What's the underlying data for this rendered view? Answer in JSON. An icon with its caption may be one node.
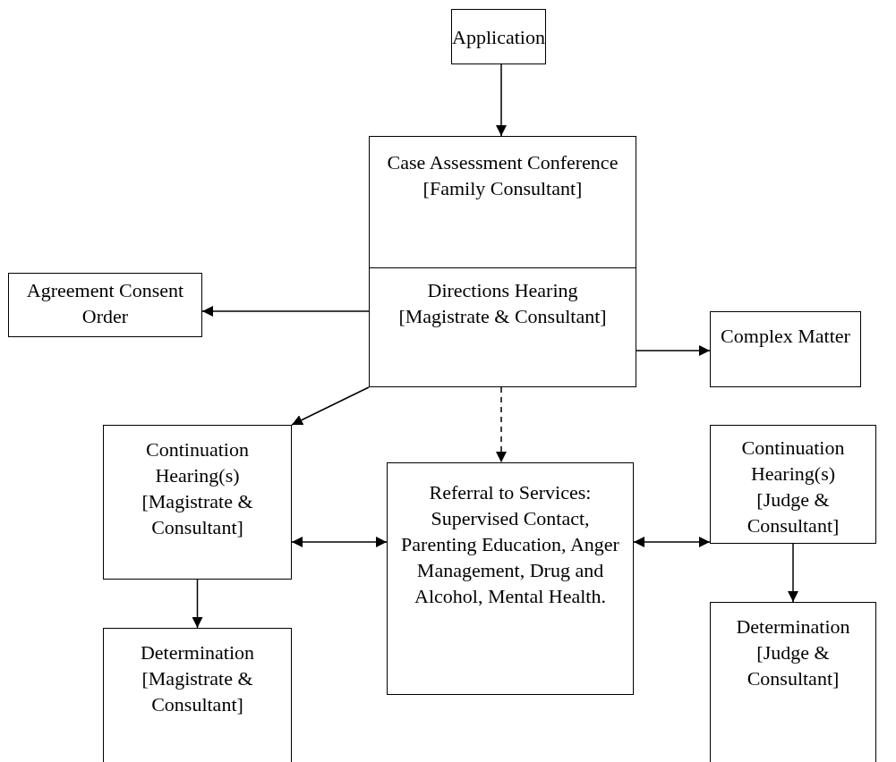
{
  "diagram": {
    "nodes": [
      {
        "text": [
          "Application"
        ]
      },
      {
        "text": [
          "Case Assessment Conference",
          "[Family Consultant]"
        ]
      },
      {
        "text": [
          "Directions Hearing",
          "[Magistrate & Consultant]"
        ]
      },
      {
        "text": [
          "Agreement Consent Order"
        ]
      },
      {
        "text": [
          "Complex Matter"
        ]
      },
      {
        "text": [
          "Continuation Hearing(s)",
          "[Magistrate & Consultant]"
        ]
      },
      {
        "text": [
          "Referral to Services: Supervised Contact, Parenting Education, Anger Management, Drug and Alcohol, Mental Health."
        ]
      },
      {
        "text": [
          "Continuation Hearing(s)",
          "[Judge & Consultant]"
        ]
      },
      {
        "text": [
          "Determination",
          "[Magistrate & Consultant]"
        ]
      },
      {
        "text": [
          "Determination",
          "[Judge & Consultant]"
        ]
      }
    ],
    "edges": [
      {
        "from": 0,
        "to": 1,
        "arrow": "to"
      },
      {
        "from": 2,
        "to": 3,
        "arrow": "to"
      },
      {
        "from": 2,
        "to": 4,
        "arrow": "to"
      },
      {
        "from": 2,
        "to": 5,
        "arrow": "to"
      },
      {
        "from": 2,
        "to": 6,
        "arrow": "to",
        "style": "dashed"
      },
      {
        "from": 5,
        "to": 6,
        "arrow": "both"
      },
      {
        "from": 6,
        "to": 7,
        "arrow": "both"
      },
      {
        "from": 5,
        "to": 8,
        "arrow": "to"
      },
      {
        "from": 7,
        "to": 9,
        "arrow": "to"
      }
    ]
  }
}
